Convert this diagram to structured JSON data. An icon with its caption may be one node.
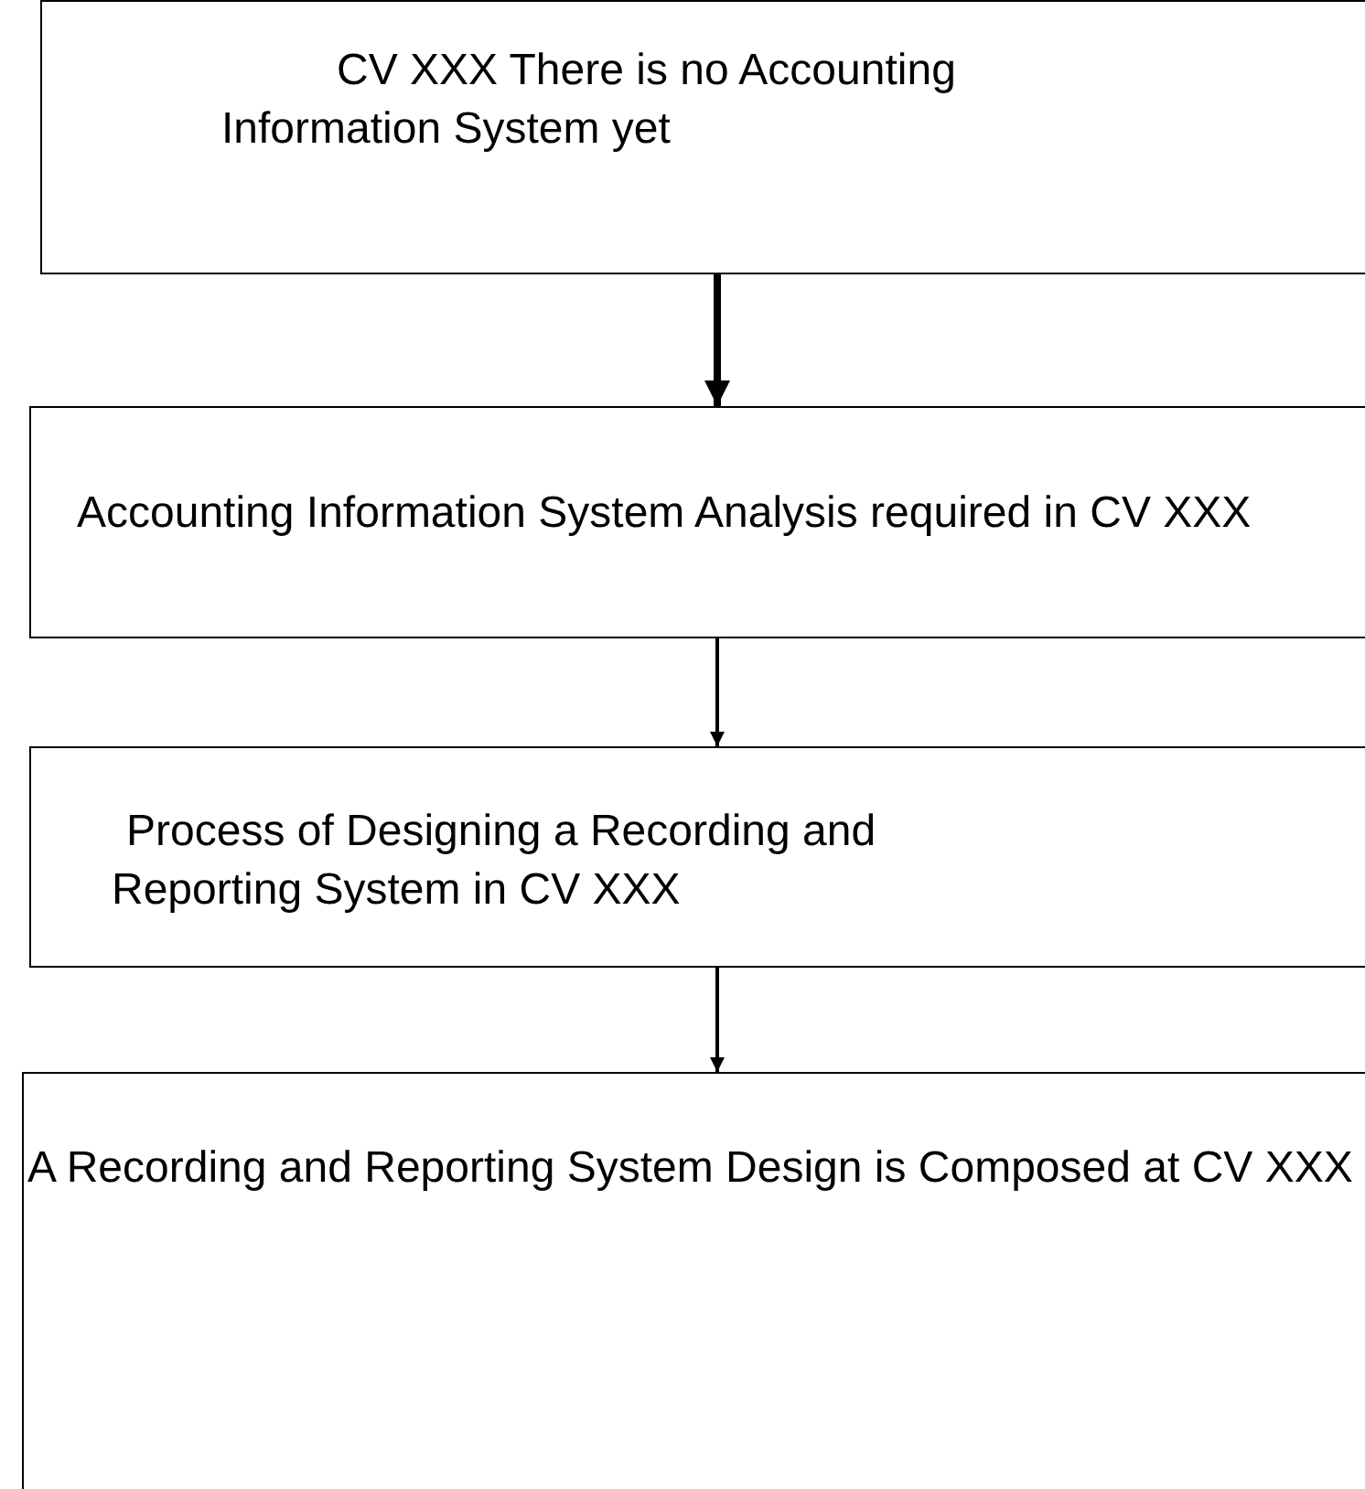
{
  "diagram": {
    "nodes": [
      {
        "text": [
          "CV XXX There is no Accounting Information System yet"
        ]
      },
      {
        "text": [
          "Accounting Information System Analysis required in CV XXX"
        ]
      },
      {
        "text": [
          "Process of Designing a Recording and Reporting System in CV XXX"
        ]
      },
      {
        "text": [
          "A Recording and Reporting System Design is Composed at CV XXX"
        ]
      }
    ],
    "edges": [
      {
        "from": 0,
        "to": 1,
        "arrow": "to",
        "style": "thick"
      },
      {
        "from": 1,
        "to": 2,
        "arrow": "to"
      },
      {
        "from": 2,
        "to": 3,
        "arrow": "to"
      }
    ]
  }
}
